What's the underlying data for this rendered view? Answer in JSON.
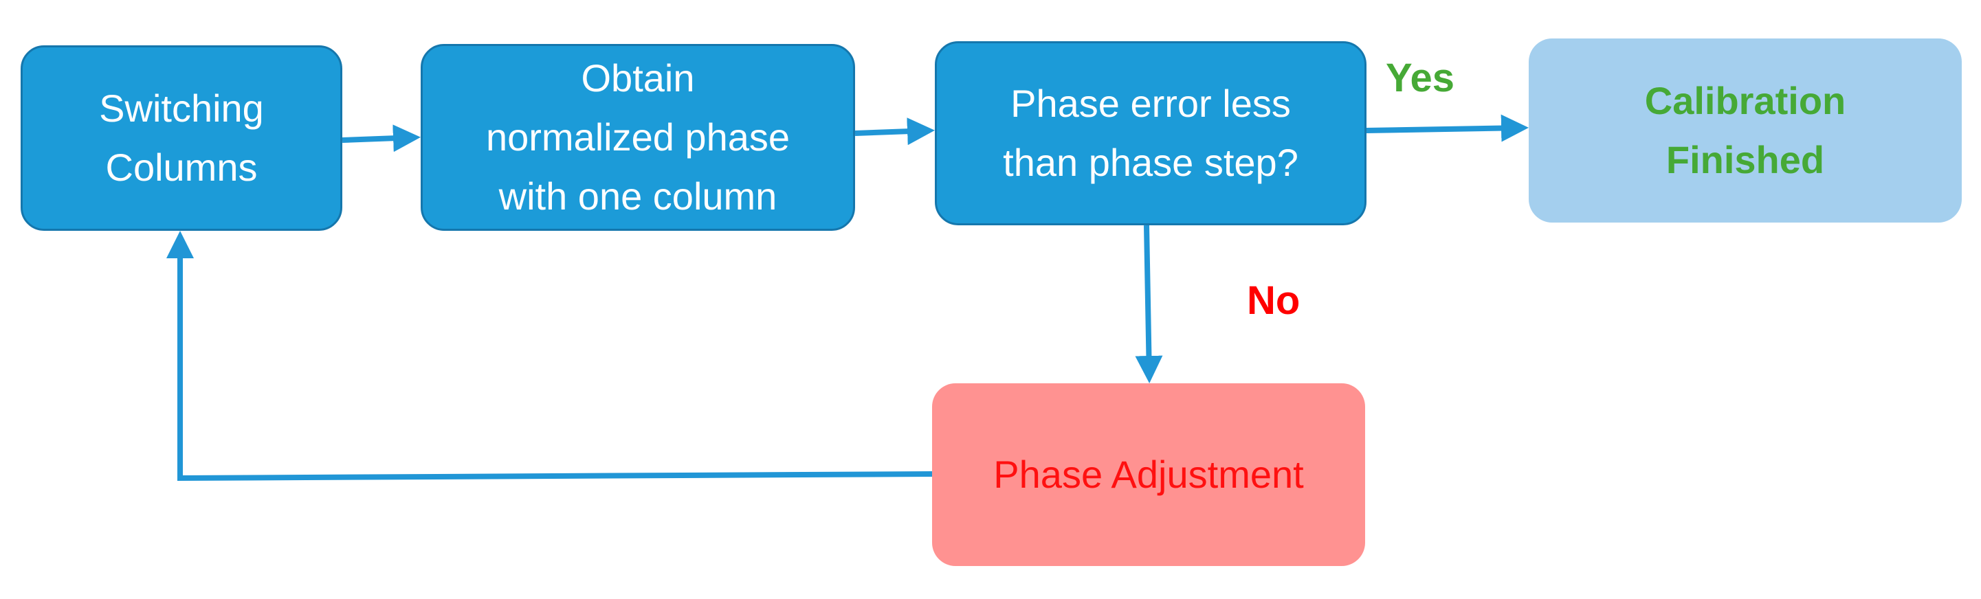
{
  "nodes": {
    "switching": {
      "lines": [
        "Switching",
        "Columns"
      ]
    },
    "obtain": {
      "lines": [
        "Obtain",
        "normalized phase",
        "with one column"
      ]
    },
    "decision": {
      "lines": [
        "Phase error less",
        "than phase step?"
      ]
    },
    "finished": {
      "lines": [
        "Calibration",
        "Finished"
      ]
    },
    "adjust": {
      "lines": [
        "Phase Adjustment"
      ]
    }
  },
  "edge_labels": {
    "yes": "Yes",
    "no": "No"
  },
  "colors": {
    "process_fill": "#1c9bd8",
    "arrow": "#2196d6",
    "finished_fill": "#a4cfee",
    "finished_text": "#46a936",
    "adjust_fill": "#ff9291",
    "adjust_text": "#ff1010",
    "yes_text": "#46a936",
    "no_text": "#ff0000"
  }
}
